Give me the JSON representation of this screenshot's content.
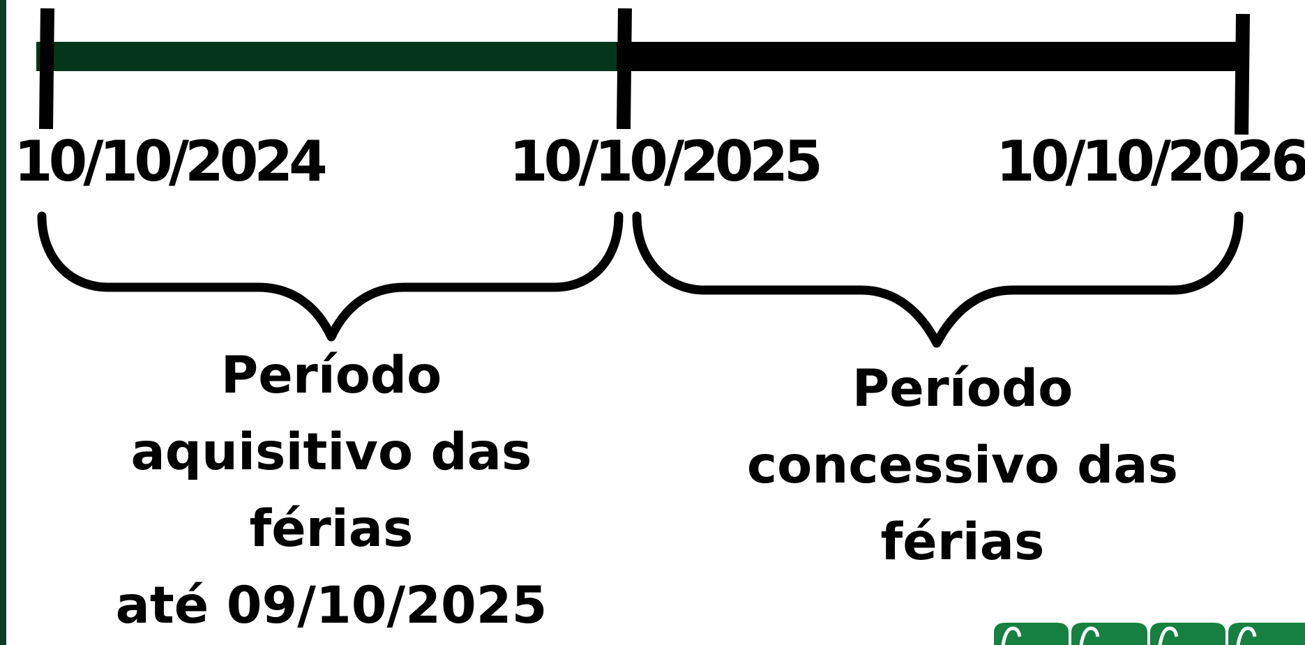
{
  "colors": {
    "accent_green": "#03361b",
    "black": "#000000",
    "stripe_green": "#0b3d22",
    "logo_green": "#15803f"
  },
  "timeline": {
    "dates": [
      "10/10/2024",
      "10/10/2025",
      "10/10/2026"
    ],
    "segments": [
      {
        "from": "10/10/2024",
        "to": "10/10/2025",
        "color": "#03361b"
      },
      {
        "from": "10/10/2025",
        "to": "10/10/2026",
        "color": "#000000"
      }
    ]
  },
  "periods": {
    "aquisitivo": {
      "lines": [
        "Período",
        "aquisitivo das",
        "férias",
        "até 09/10/2025"
      ]
    },
    "concessivo": {
      "lines": [
        "Período",
        "concessivo das",
        "férias"
      ]
    }
  },
  "logo": {
    "icon": "company-logo-icon"
  }
}
